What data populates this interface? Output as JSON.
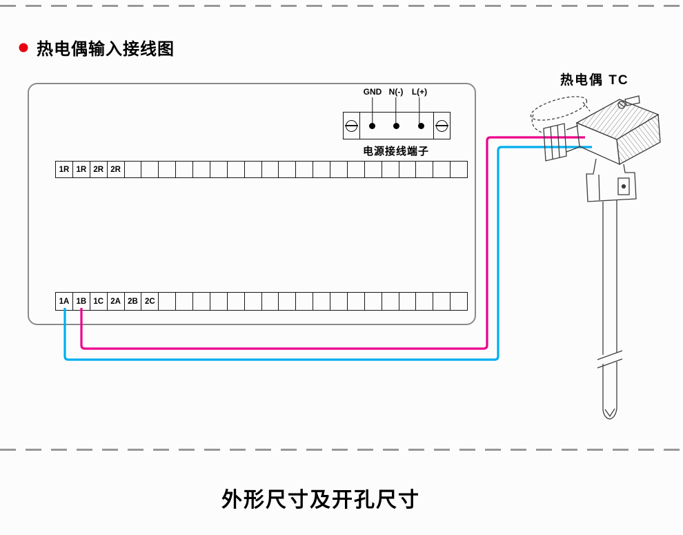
{
  "header": {
    "bullet_color": "#e60012",
    "title": "热电偶输入接线图"
  },
  "power_block": {
    "terminal_labels": [
      "GND",
      "N(-)",
      "L(+)"
    ],
    "caption": "电源接线端子"
  },
  "strips": {
    "top": {
      "labels": [
        "1R",
        "1R",
        "2R",
        "2R"
      ],
      "total_cells": 24
    },
    "bottom": {
      "labels": [
        "1A",
        "1B",
        "1C",
        "2A",
        "2B",
        "2C"
      ],
      "total_cells": 24
    }
  },
  "thermocouple": {
    "label": "热电偶 TC"
  },
  "wires": {
    "magenta": "#ec008c",
    "cyan": "#00aeef"
  },
  "footer": {
    "title": "外形尺寸及开孔尺寸"
  }
}
